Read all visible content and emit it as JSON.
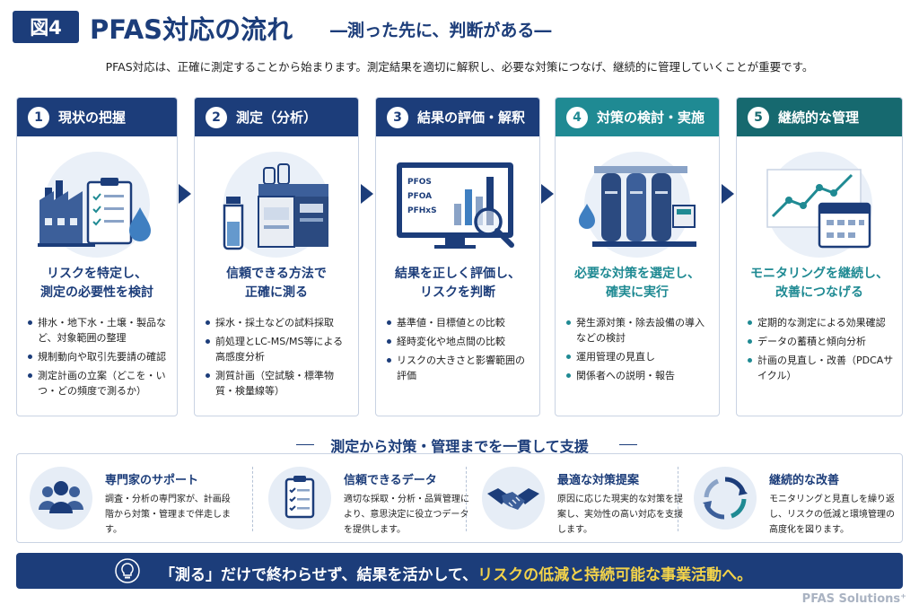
{
  "figure": {
    "badge": "図4",
    "title": "PFAS対応の流れ",
    "subtitle": "―測った先に、判断がある―",
    "intro": "PFAS対応は、正確に測定することから始まります。測定結果を適切に解釈し、必要な対策につなげ、継続的に管理していくことが重要です。"
  },
  "steps": [
    {
      "num": "1",
      "title": "現状の把握",
      "heading": "リスクを特定し、\n測定の必要性を検討",
      "bullets": [
        "排水・地下水・土壌・製品など、対象範囲の整理",
        "規制動向や取引先要請の確認",
        "測定計画の立案（どこを・いつ・どの頻度で測るか）"
      ]
    },
    {
      "num": "2",
      "title": "測定（分析）",
      "heading": "信頼できる方法で\n正確に測る",
      "bullets": [
        "採水・採土などの試料採取",
        "前処理とLC-MS/MS等による高感度分析",
        "測質計画（空試験・標準物質・検量線等）"
      ]
    },
    {
      "num": "3",
      "title": "結果の評価・解釈",
      "heading": "結果を正しく評価し、\nリスクを判断",
      "screen_labels": [
        "PFOS",
        "PFOA",
        "PFHxS"
      ],
      "bullets": [
        "基準値・目標値との比較",
        "経時変化や地点間の比較",
        "リスクの大きさと影響範囲の評価"
      ]
    },
    {
      "num": "4",
      "title": "対策の検討・実施",
      "heading": "必要な対策を選定し、\n確実に実行",
      "bullets": [
        "発生源対策・除去設備の導入などの検討",
        "運用管理の見直し",
        "関係者への説明・報告"
      ]
    },
    {
      "num": "5",
      "title": "継続的な管理",
      "heading": "モニタリングを継続し、\n改善につなげる",
      "bullets": [
        "定期的な測定による効果確認",
        "データの蓄積と傾向分析",
        "計画の見直し・改善（PDCAサイクル）"
      ]
    }
  ],
  "support": {
    "title": "測定から対策・管理までを一貫して支援",
    "items": [
      {
        "title": "専門家のサポート",
        "text": "調査・分析の専門家が、計画段階から対策・管理まで伴走します。"
      },
      {
        "title": "信頼できるデータ",
        "text": "適切な採取・分析・品質管理により、意思決定に役立つデータを提供します。"
      },
      {
        "title": "最適な対策提案",
        "text": "原因に応じた現実的な対策を提案し、実効性の高い対応を支援します。"
      },
      {
        "title": "継続的な改善",
        "text": "モニタリングと見直しを繰り返し、リスクの低減と環境管理の高度化を図ります。"
      }
    ]
  },
  "banner": {
    "text_plain": "「測る」だけで終わらせず、結果を活かして、",
    "text_highlight": "リスクの低減と持続可能な事業活動へ。"
  },
  "brand": "PFAS Solutions⁺",
  "colors": {
    "navy": "#1c3d7a",
    "teal": "#1f8a93",
    "dark_teal": "#16696f",
    "highlight": "#f3d34a"
  }
}
